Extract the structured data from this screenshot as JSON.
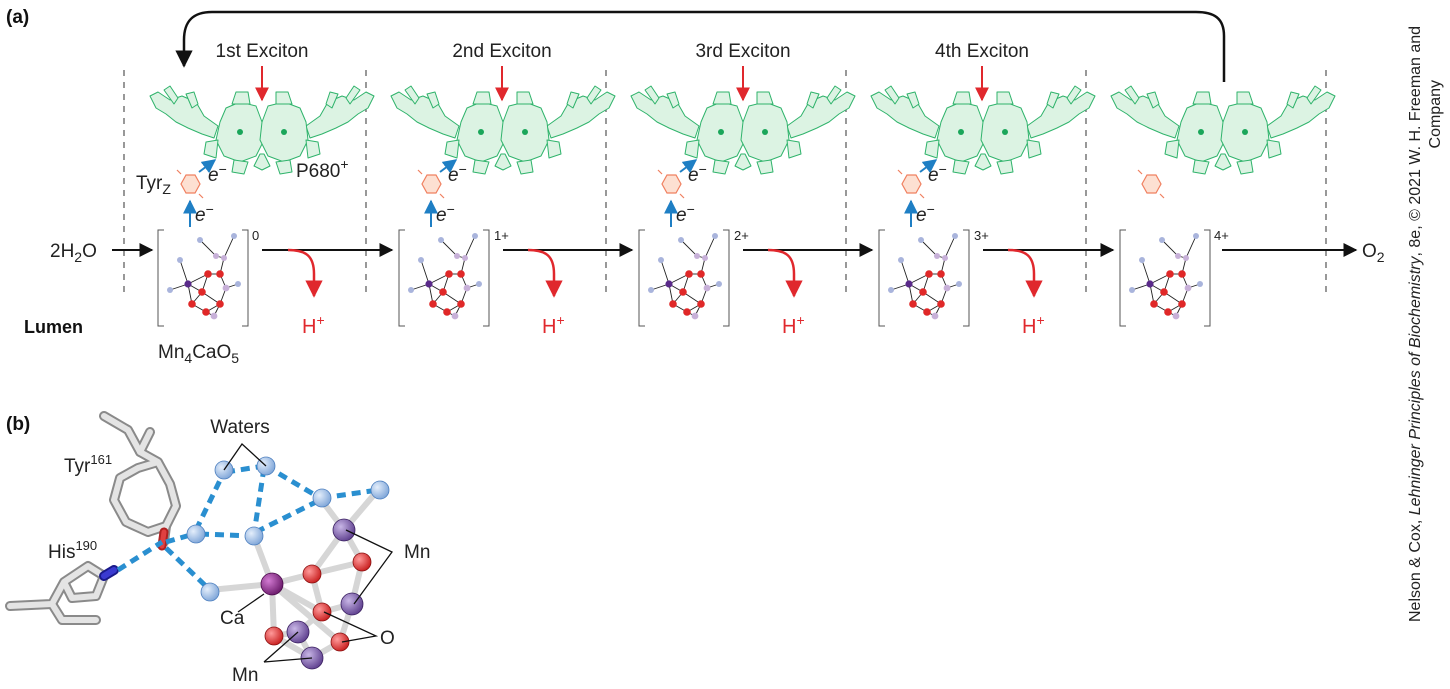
{
  "panels": {
    "a": "(a)",
    "b": "(b)"
  },
  "excitons": [
    "1st Exciton",
    "2nd Exciton",
    "3rd Exciton",
    "4th Exciton"
  ],
  "labels": {
    "tyr_base": "Tyr",
    "tyr_sub": "Z",
    "p680_base": "P680",
    "p680_sup": "+",
    "electron": "e",
    "electron_sup": "−",
    "water_pre": "2H",
    "water_sub": "2",
    "water_post": "O",
    "oxygen_base": "O",
    "oxygen_sub": "2",
    "lumen": "Lumen",
    "cluster_a": "Mn",
    "cluster_sub1": "4",
    "cluster_b": "CaO",
    "cluster_sub2": "5",
    "proton_base": "H",
    "proton_sup": "+"
  },
  "states": [
    "0",
    "1+",
    "2+",
    "3+",
    "4+"
  ],
  "structure": {
    "waters": "Waters",
    "tyr_base": "Tyr",
    "tyr_sup": "161",
    "his_base": "His",
    "his_sup": "190",
    "mn": "Mn",
    "ca": "Ca",
    "o": "O"
  },
  "credit": {
    "line1_pre": "Nelson & Cox, ",
    "line1_title": "Lehninger Principles of Biochemistry",
    "line1_post": ", 8e, © 2021 W. H. Freeman and",
    "line2": "Company"
  },
  "colors": {
    "porphyrin": "#2fb36b",
    "porphyrin_fill": "#dcf3e3",
    "tyrosine": "#f08060",
    "tyrosine_fill": "#fde0d2",
    "electron_arrow": "#1f7fc4",
    "proton_arrow": "#e0282d",
    "flow": "#111111",
    "mn_atom": "#7a5aa8",
    "ca_atom": "#8a2a8a",
    "o_atom": "#e83a3a",
    "water_atom": "#a9c4e8",
    "hbond": "#2a8fd0"
  }
}
